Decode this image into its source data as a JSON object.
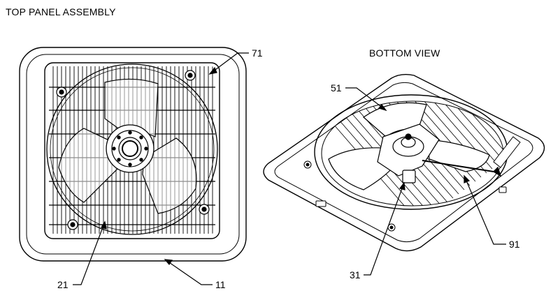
{
  "diagram": {
    "title": "TOP PANEL ASSEMBLY",
    "bottom_view_label": "BOTTOM VIEW",
    "callouts": {
      "c71": "71",
      "c51": "51",
      "c21": "21",
      "c11": "11",
      "c31": "31",
      "c91": "91"
    }
  }
}
